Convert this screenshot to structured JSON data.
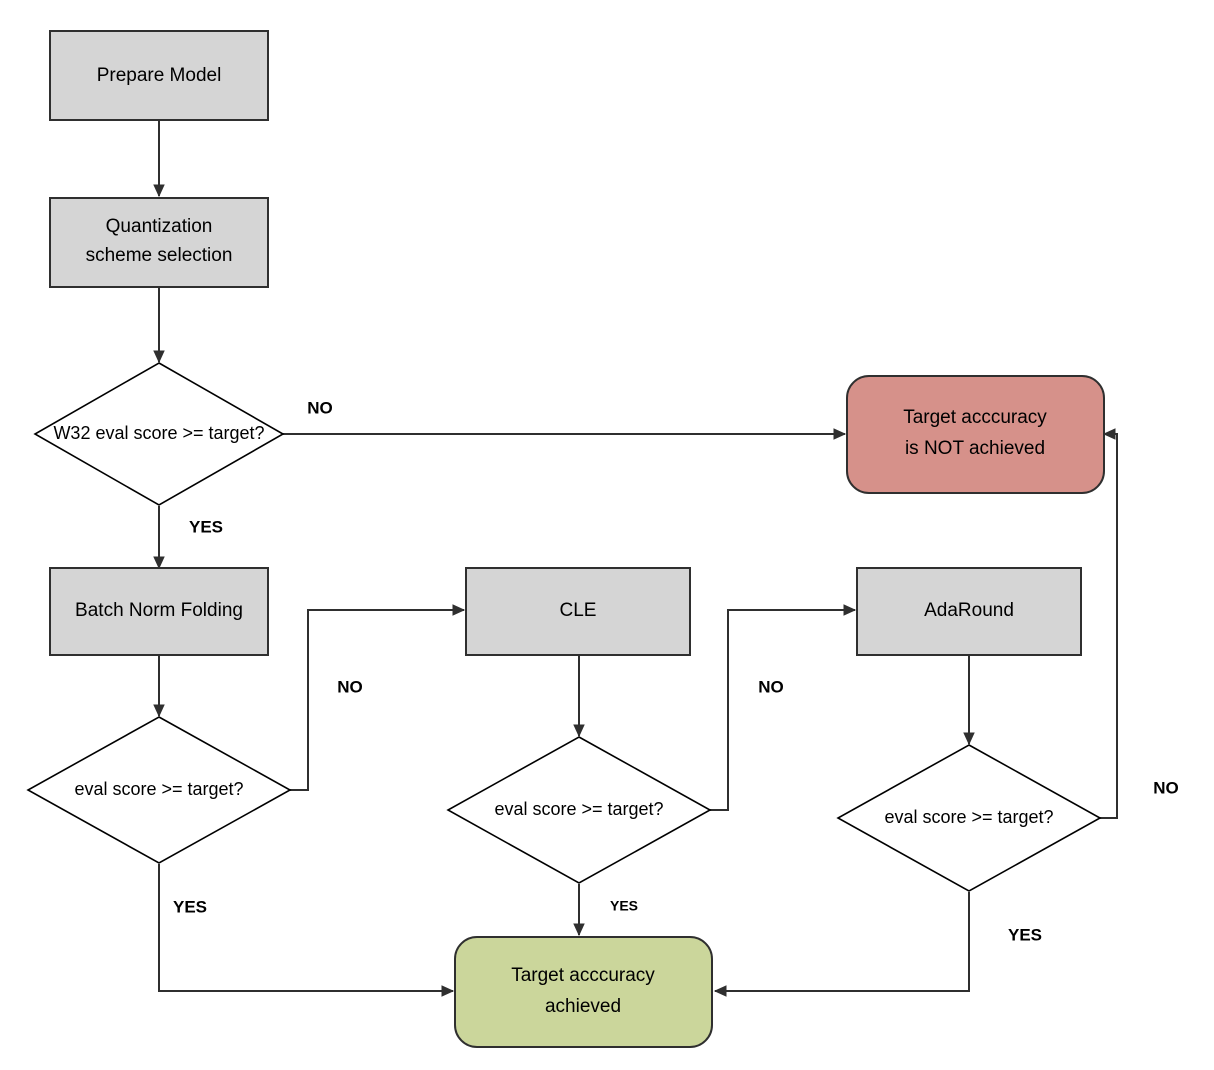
{
  "diagram": {
    "title": "Quantization workflow flowchart",
    "colors": {
      "process_fill": "#d5d5d5",
      "failure_fill": "#d6918a",
      "success_fill": "#cbd69b",
      "stroke": "#2f2f2f",
      "diamond_fill": "#ffffff",
      "text": "#000000"
    },
    "nodes": {
      "prepare_model": {
        "label": "Prepare Model",
        "shape": "process"
      },
      "quant_scheme_line1": {
        "label": "Quantization"
      },
      "quant_scheme_line2": {
        "label": "scheme selection"
      },
      "decision_w32": {
        "label": "W32 eval score >= target?",
        "shape": "decision"
      },
      "target_not_achieved_line1": {
        "label": "Target acccuracy"
      },
      "target_not_achieved_line2": {
        "label": "is NOT achieved"
      },
      "batch_norm_folding": {
        "label": "Batch Norm Folding",
        "shape": "process"
      },
      "cle": {
        "label": "CLE",
        "shape": "process"
      },
      "adaround": {
        "label": "AdaRound",
        "shape": "process"
      },
      "decision_bnf": {
        "label": "eval score >= target?",
        "shape": "decision"
      },
      "decision_cle": {
        "label": "eval score >= target?",
        "shape": "decision"
      },
      "decision_adaround": {
        "label": "eval score >= target?",
        "shape": "decision"
      },
      "target_achieved_line1": {
        "label": "Target acccuracy"
      },
      "target_achieved_line2": {
        "label": "achieved"
      }
    },
    "edge_labels": {
      "w32_no": "NO",
      "w32_yes": "YES",
      "bnf_no": "NO",
      "bnf_yes": "YES",
      "cle_no": "NO",
      "cle_yes": "YES",
      "adaround_no": "NO",
      "adaround_yes": "YES"
    }
  }
}
